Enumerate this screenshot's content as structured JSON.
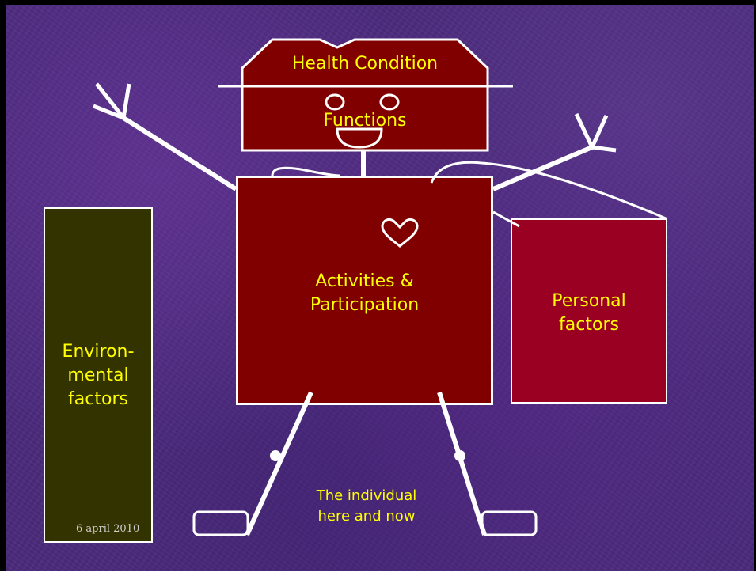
{
  "diagram": {
    "health_condition": "Health Condition",
    "functions": "Functions",
    "activities_line1": "Activities &",
    "activities_line2": "Participation",
    "personal_line1": "Personal",
    "personal_line2": "factors",
    "environmental_line1": "Environ-",
    "environmental_line2": "mental",
    "environmental_line3": "factors",
    "individual_line1": "The individual",
    "individual_line2": "here and now",
    "date": "6 april 2010"
  },
  "colors": {
    "background": "#4a2a7c",
    "text": "#ffff00",
    "outline": "#ffffff",
    "head_fill": "#800000",
    "activities_fill": "#800000",
    "personal_fill": "#990022",
    "environmental_fill": "#333300"
  }
}
